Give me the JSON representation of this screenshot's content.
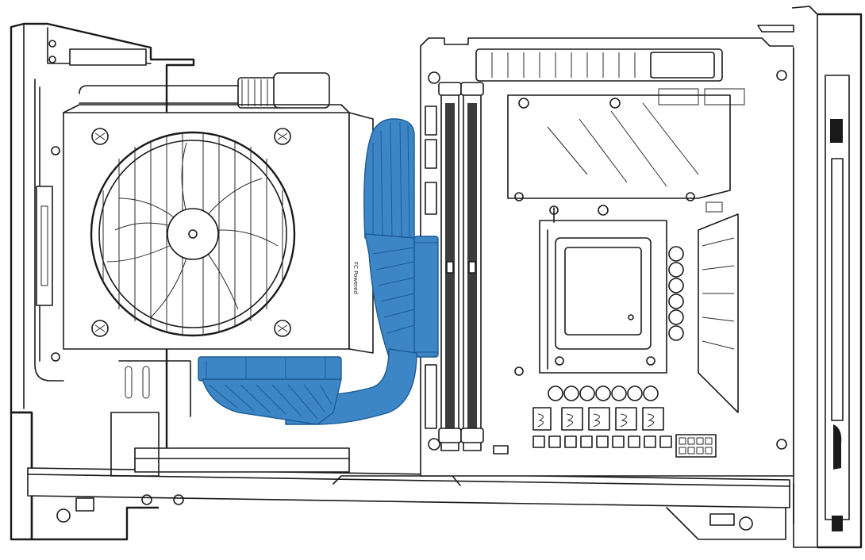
{
  "diagram": {
    "brand_mark": "FC Powered",
    "colors": {
      "line": "#1a1a1a",
      "background": "#ffffff",
      "cable_fill": "#3d86c6",
      "cable_edge": "#1c5a94"
    },
    "icons": [
      "case-frame",
      "cpu-cooler-fan",
      "cpu-socket",
      "ram-slots",
      "atx-power-cable",
      "capacitors",
      "chokes",
      "gpu-riser-bracket"
    ]
  }
}
